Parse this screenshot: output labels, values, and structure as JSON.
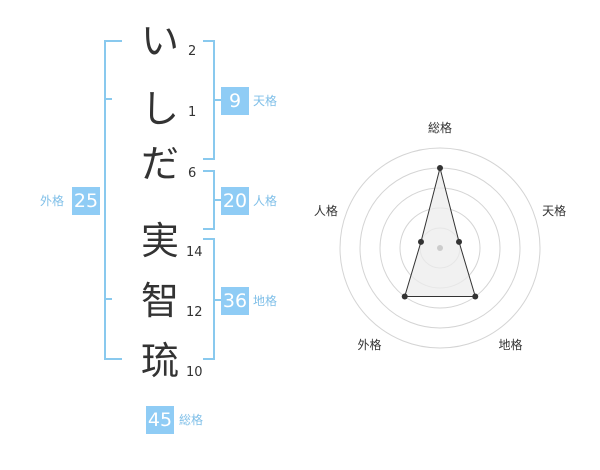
{
  "name": {
    "characters": [
      {
        "char": "い",
        "strokes": "2"
      },
      {
        "char": "し",
        "strokes": "1"
      },
      {
        "char": "だ",
        "strokes": "6"
      },
      {
        "char": "実",
        "strokes": "14"
      },
      {
        "char": "智",
        "strokes": "12"
      },
      {
        "char": "琉",
        "strokes": "10"
      }
    ]
  },
  "fortunes": {
    "tenkaku": {
      "value": "9",
      "label": "天格"
    },
    "jinkaku": {
      "value": "20",
      "label": "人格"
    },
    "chikaku": {
      "value": "36",
      "label": "地格"
    },
    "gaikaku": {
      "value": "25",
      "label": "外格"
    },
    "soukaku": {
      "value": "45",
      "label": "総格"
    }
  },
  "colors": {
    "bracket": "#89c9ee",
    "badge": "#8fccf5",
    "label": "#7fbfe8",
    "ring": "#d4d4d4",
    "polygon_fill": "#ececec",
    "polygon_stroke": "#333333"
  },
  "chart_data": {
    "type": "radar",
    "axes": [
      "総格",
      "天格",
      "地格",
      "外格",
      "人格"
    ],
    "range": [
      0,
      5
    ],
    "rings": 5,
    "values": [
      4,
      1,
      3,
      3,
      1
    ]
  }
}
